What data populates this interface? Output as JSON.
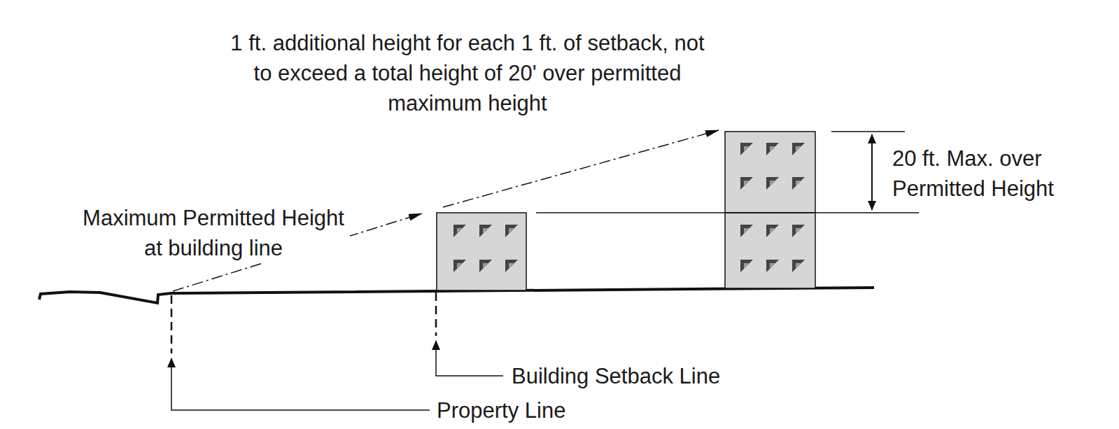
{
  "diagram": {
    "labels": [
      "1 ft. additional height for each 1 ft. of setback, not to exceed a total height of 20' over permitted maximum height",
      "Maximum Permitted Height at building line",
      "20 ft. Max. over Permitted Height",
      "Building Setback Line",
      "Property Line"
    ]
  }
}
